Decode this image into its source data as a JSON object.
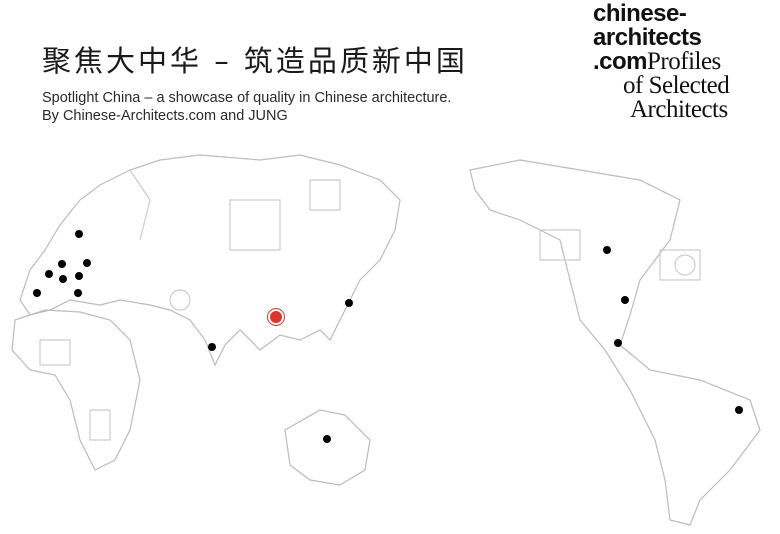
{
  "header": {
    "title_cn": "聚焦大中华  –  筑造品质新中国",
    "subtitle_line1": "Spotlight China – a showcase of quality in Chinese architecture.",
    "subtitle_line2": "By Chinese-Architects.com and JUNG"
  },
  "logo": {
    "line1": "chinese-",
    "line2": "architects",
    "line3_bold": ".com",
    "line3_serif": "Profiles",
    "line4": "of Selected",
    "line5": "Architects"
  },
  "map": {
    "highlight_color": "#e0332a",
    "marker_color": "#000000"
  }
}
